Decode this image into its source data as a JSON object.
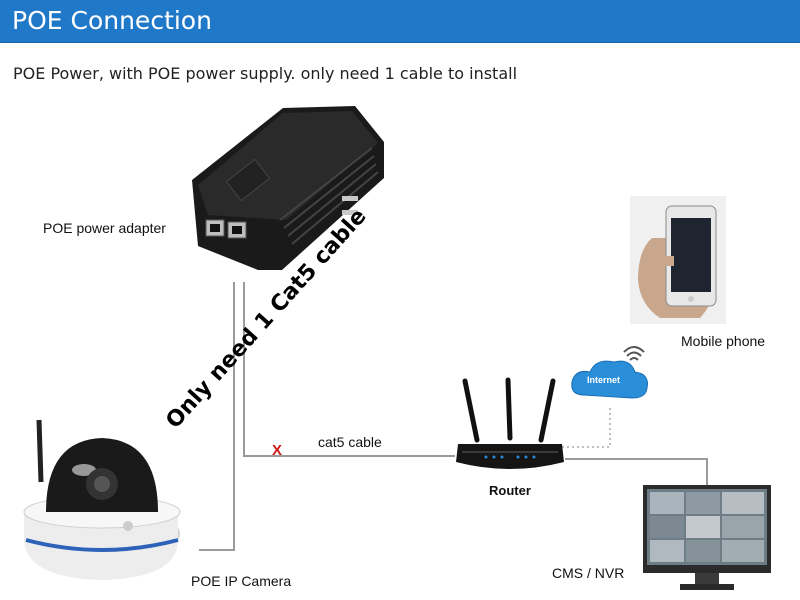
{
  "header": {
    "title": "POE Connection"
  },
  "subtitle": "POE Power, with POE power supply. only need 1 cable to install",
  "labels": {
    "adapter": "POE power adapter",
    "cable_note": "Only need 1 Cat5 cable",
    "cable": "cat5 cable",
    "router": "Router",
    "phone": "Mobile phone",
    "camera": "POE IP Camera",
    "nvr": "CMS / NVR",
    "internet": "Internet",
    "x_mark": "X"
  },
  "colors": {
    "header_bg": "#1f78c8",
    "line": "#9a9a9a",
    "x_mark": "#d11a1a",
    "cloud": "#2a8ed8",
    "camera_ring": "#2c62b8"
  }
}
